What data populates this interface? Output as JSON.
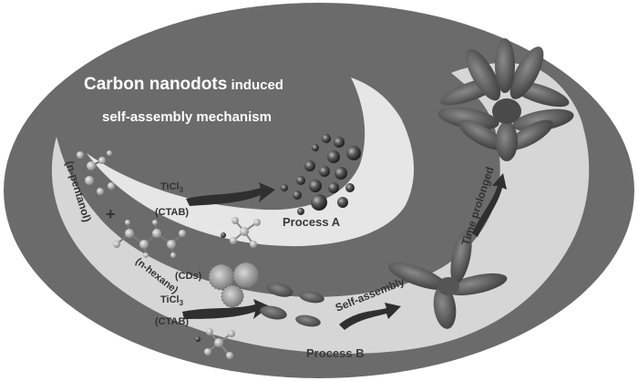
{
  "title": {
    "bold": "Carbon nanodots",
    "rest": " induced",
    "line2": "self-assembly mechanism"
  },
  "labels": {
    "n_pentanol": "(n-pentanol)",
    "plus": "+",
    "n_hexane": "(n-hexane)",
    "reagent_a_top": "TiCl",
    "reagent_a_sub": "3",
    "reagent_a_bottom": "(CTAB)",
    "process_a": "Process A",
    "cds": "(CDs)",
    "reagent_b_top": "TiCl",
    "reagent_b_sub": "3",
    "reagent_b_bottom": "(CTAB)",
    "self_assembly": "Self-assembly",
    "time_prolonged": "Time prolonged",
    "process_b": "Process B"
  },
  "colors": {
    "outer_ellipse": "#6b6b6b",
    "band": "#d6d6d6",
    "inner_band": "#e6e6e6",
    "dark_shape": "#4a4a4a",
    "arrow": "#3a3a3a"
  },
  "icons": {
    "molecule": "molecule-icon",
    "spheres": "nanoparticle-cluster-icon",
    "carbon_dot": "carbon-dot-icon",
    "flower": "flower-structure-icon",
    "petal_cross": "cross-structure-icon",
    "ellipsoid": "ellipsoid-particle-icon",
    "arrow": "curved-arrow-icon"
  }
}
